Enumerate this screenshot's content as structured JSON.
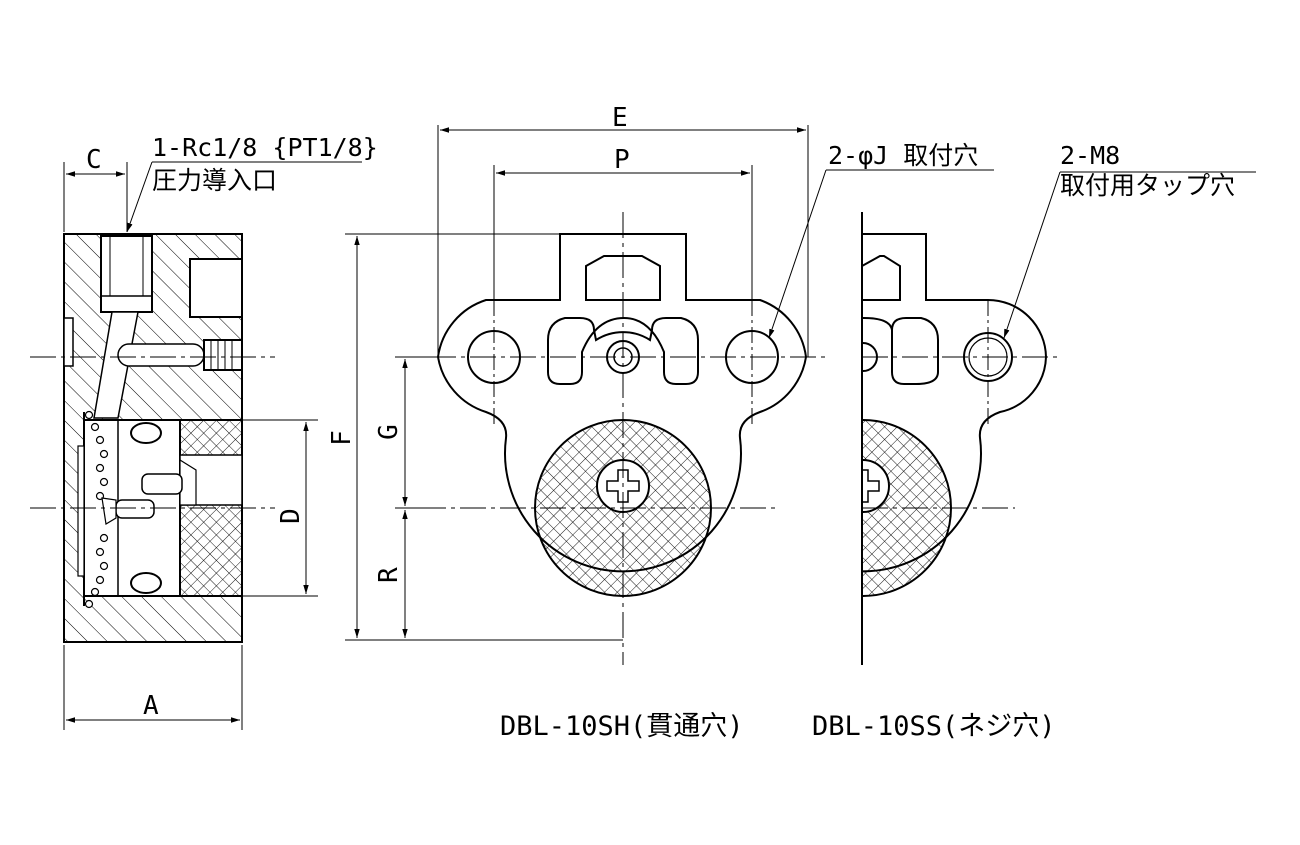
{
  "dimensions": {
    "A": "A",
    "C": "C",
    "D": "D",
    "E": "E",
    "F": "F",
    "G": "G",
    "P": "P",
    "R": "R"
  },
  "notes": {
    "port_line1": "1-Rc1/8 {PT1/8}",
    "port_line2": "圧力導入口",
    "mount_hole": "2-φJ 取付穴",
    "tap_line1": "2-M8",
    "tap_line2": "取付用タップ穴"
  },
  "captions": {
    "through_hole": "DBL-10SH(貫通穴)",
    "tapped_hole": "DBL-10SS(ネジ穴)"
  },
  "colors": {
    "line": "#000000",
    "hatch": "#000000",
    "background": "#ffffff"
  }
}
